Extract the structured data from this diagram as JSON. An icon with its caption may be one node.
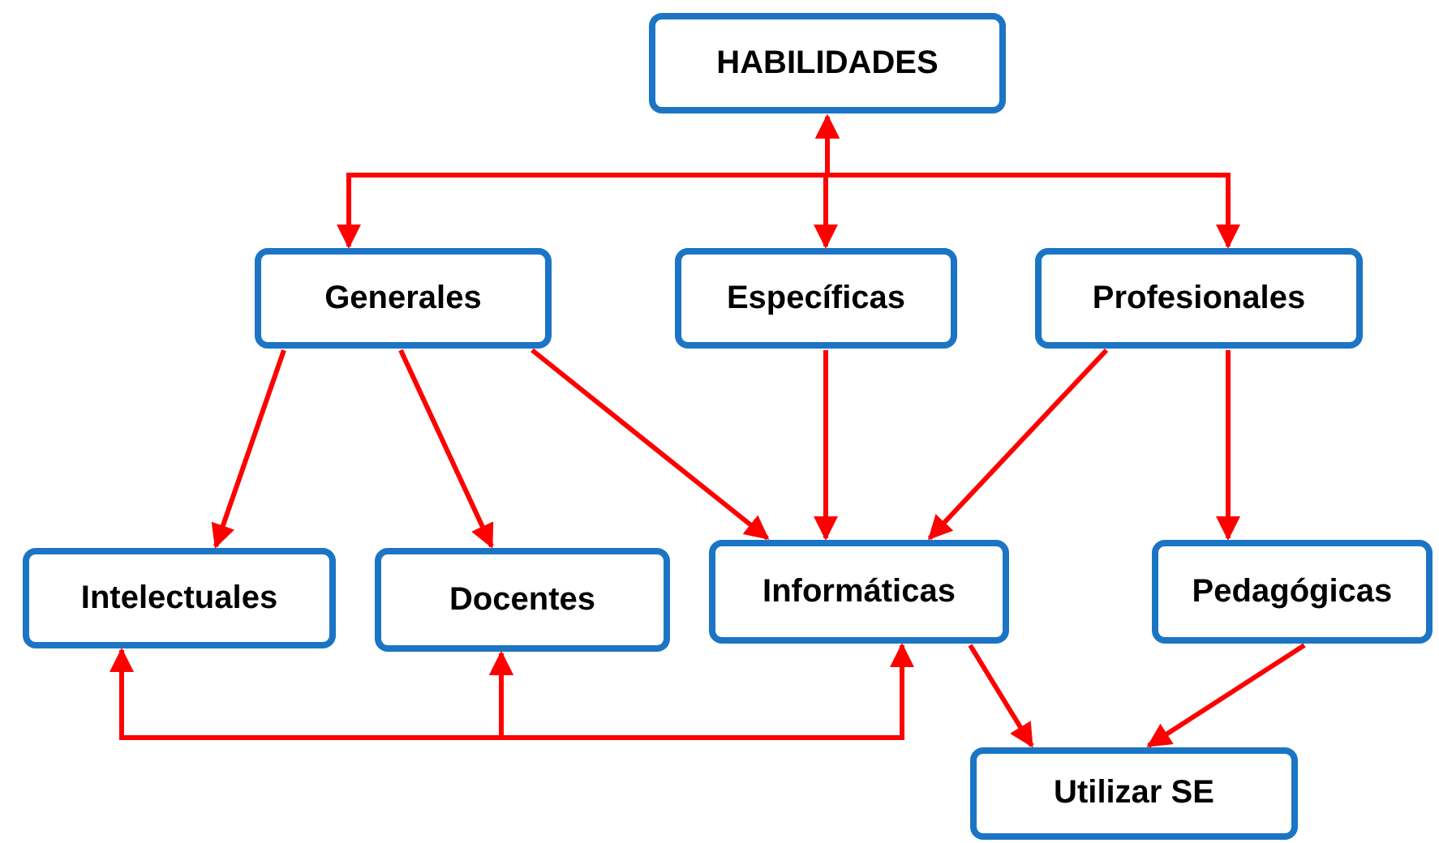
{
  "diagram": {
    "nodes": [
      {
        "text": [
          "HABILIDADES"
        ]
      },
      {
        "text": [
          "Generales"
        ]
      },
      {
        "text": [
          "Específicas"
        ]
      },
      {
        "text": [
          "Profesionales"
        ]
      },
      {
        "text": [
          "Intelectuales"
        ]
      },
      {
        "text": [
          "Docentes"
        ]
      },
      {
        "text": [
          "Informáticas"
        ]
      },
      {
        "text": [
          "Pedagógicas"
        ]
      },
      {
        "text": [
          "Utilizar SE"
        ]
      }
    ],
    "edges": [
      {
        "from": 0,
        "to": 1,
        "arrow": "both"
      },
      {
        "from": 0,
        "to": 2,
        "arrow": "both"
      },
      {
        "from": 0,
        "to": 3,
        "arrow": "both"
      },
      {
        "from": 1,
        "to": 4,
        "arrow": "to"
      },
      {
        "from": 1,
        "to": 5,
        "arrow": "to"
      },
      {
        "from": 1,
        "to": 6,
        "arrow": "to"
      },
      {
        "from": 2,
        "to": 6,
        "arrow": "to"
      },
      {
        "from": 3,
        "to": 6,
        "arrow": "to"
      },
      {
        "from": 3,
        "to": 7,
        "arrow": "to"
      },
      {
        "from": 4,
        "to": 5,
        "arrow": "both"
      },
      {
        "from": 5,
        "to": 6,
        "arrow": "both"
      },
      {
        "from": 6,
        "to": 8,
        "arrow": "to"
      },
      {
        "from": 7,
        "to": 8,
        "arrow": "to"
      }
    ]
  }
}
